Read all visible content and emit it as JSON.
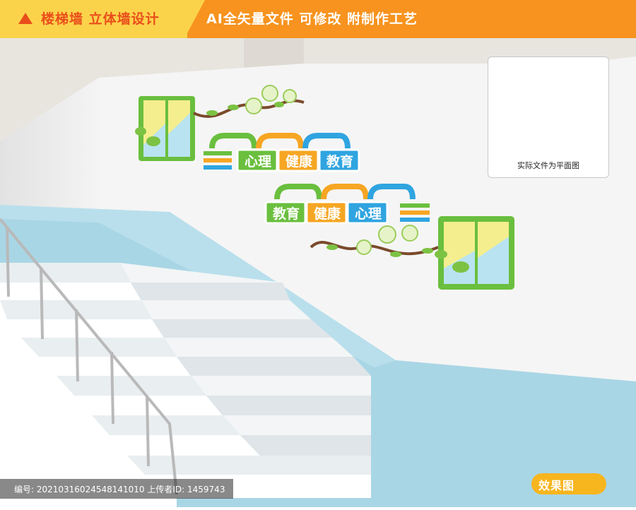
{
  "banner": {
    "left_title": "楼梯墙 立体墙设计",
    "right_title": "AI全矢量文件  可修改  附制作工艺"
  },
  "wall_signs": {
    "upper": [
      "心理",
      "健康",
      "教育"
    ],
    "lower": [
      "教育",
      "健康",
      "心理"
    ]
  },
  "preview": {
    "caption": "实际文件为平面图"
  },
  "footer": {
    "code_text": "编号: 20210316024548141010 上传者ID: 1459743"
  },
  "badge": {
    "label": "效果图"
  },
  "colors": {
    "banner_orange": "#f7931e",
    "banner_yellow": "#fbd34a",
    "wall_blue": "#a9d6e5",
    "green": "#6abf3e",
    "orange": "#f6a623",
    "blue": "#2fa4e0"
  }
}
